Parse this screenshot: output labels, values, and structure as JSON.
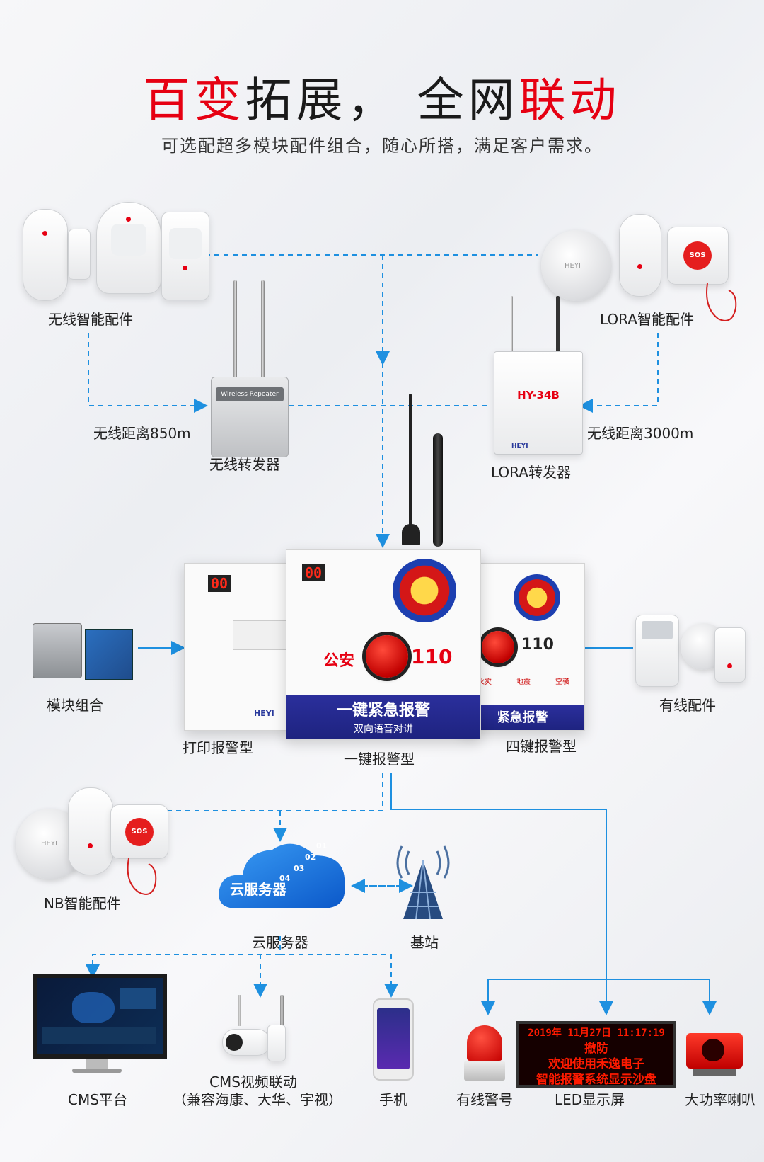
{
  "header": {
    "title_parts": [
      "百变",
      "拓展，",
      "全网",
      "联动"
    ],
    "subtitle": "可选配超多模块配件组合，随心所搭，满足客户需求。"
  },
  "nodes": {
    "wireless_accessories": "无线智能配件",
    "lora_accessories": "LORA智能配件",
    "wireless_distance": "无线距离850m",
    "lora_distance": "无线距离3000m",
    "wireless_repeater": "无线转发器",
    "lora_repeater": "LORA转发器",
    "module_combo": "模块组合",
    "wired_accessories": "有线配件",
    "print_alarm": "打印报警型",
    "one_key_alarm": "一键报警型",
    "four_key_alarm": "四键报警型",
    "nb_accessories": "NB智能配件",
    "cloud_server": "云服务器",
    "base_station": "基站",
    "cms_platform": "CMS平台",
    "cms_video": "CMS视频联动",
    "cms_video_compat": "（兼容海康、大华、宇视）",
    "mobile": "手机",
    "wired_siren": "有线警号",
    "led_screen": "LED显示屏",
    "speaker": "大功率喇叭"
  },
  "devices": {
    "repeater_plate": "Wireless Repeater",
    "hy34b": "HY-34B",
    "panel_display": "00",
    "police": "公安",
    "num_110": "110",
    "one_key_band": "一键紧急报警",
    "voice_talk": "双向语音对讲",
    "four_key_band": "紧急报警",
    "key_fire": "火灾",
    "key_quake": "地震",
    "key_ac": "空袭",
    "sos": "SOS",
    "brand": "HEYI",
    "cloud_text": "云服务器",
    "cloud_nums": [
      "01",
      "02",
      "03",
      "04"
    ],
    "led_lines": [
      "2019年 11月27日 11:17:19",
      "撤防",
      "欢迎使用禾逸电子",
      "智能报警系统显示沙盘"
    ]
  },
  "colors": {
    "accent_red": "#e60012",
    "link_blue": "#1e90e0"
  }
}
